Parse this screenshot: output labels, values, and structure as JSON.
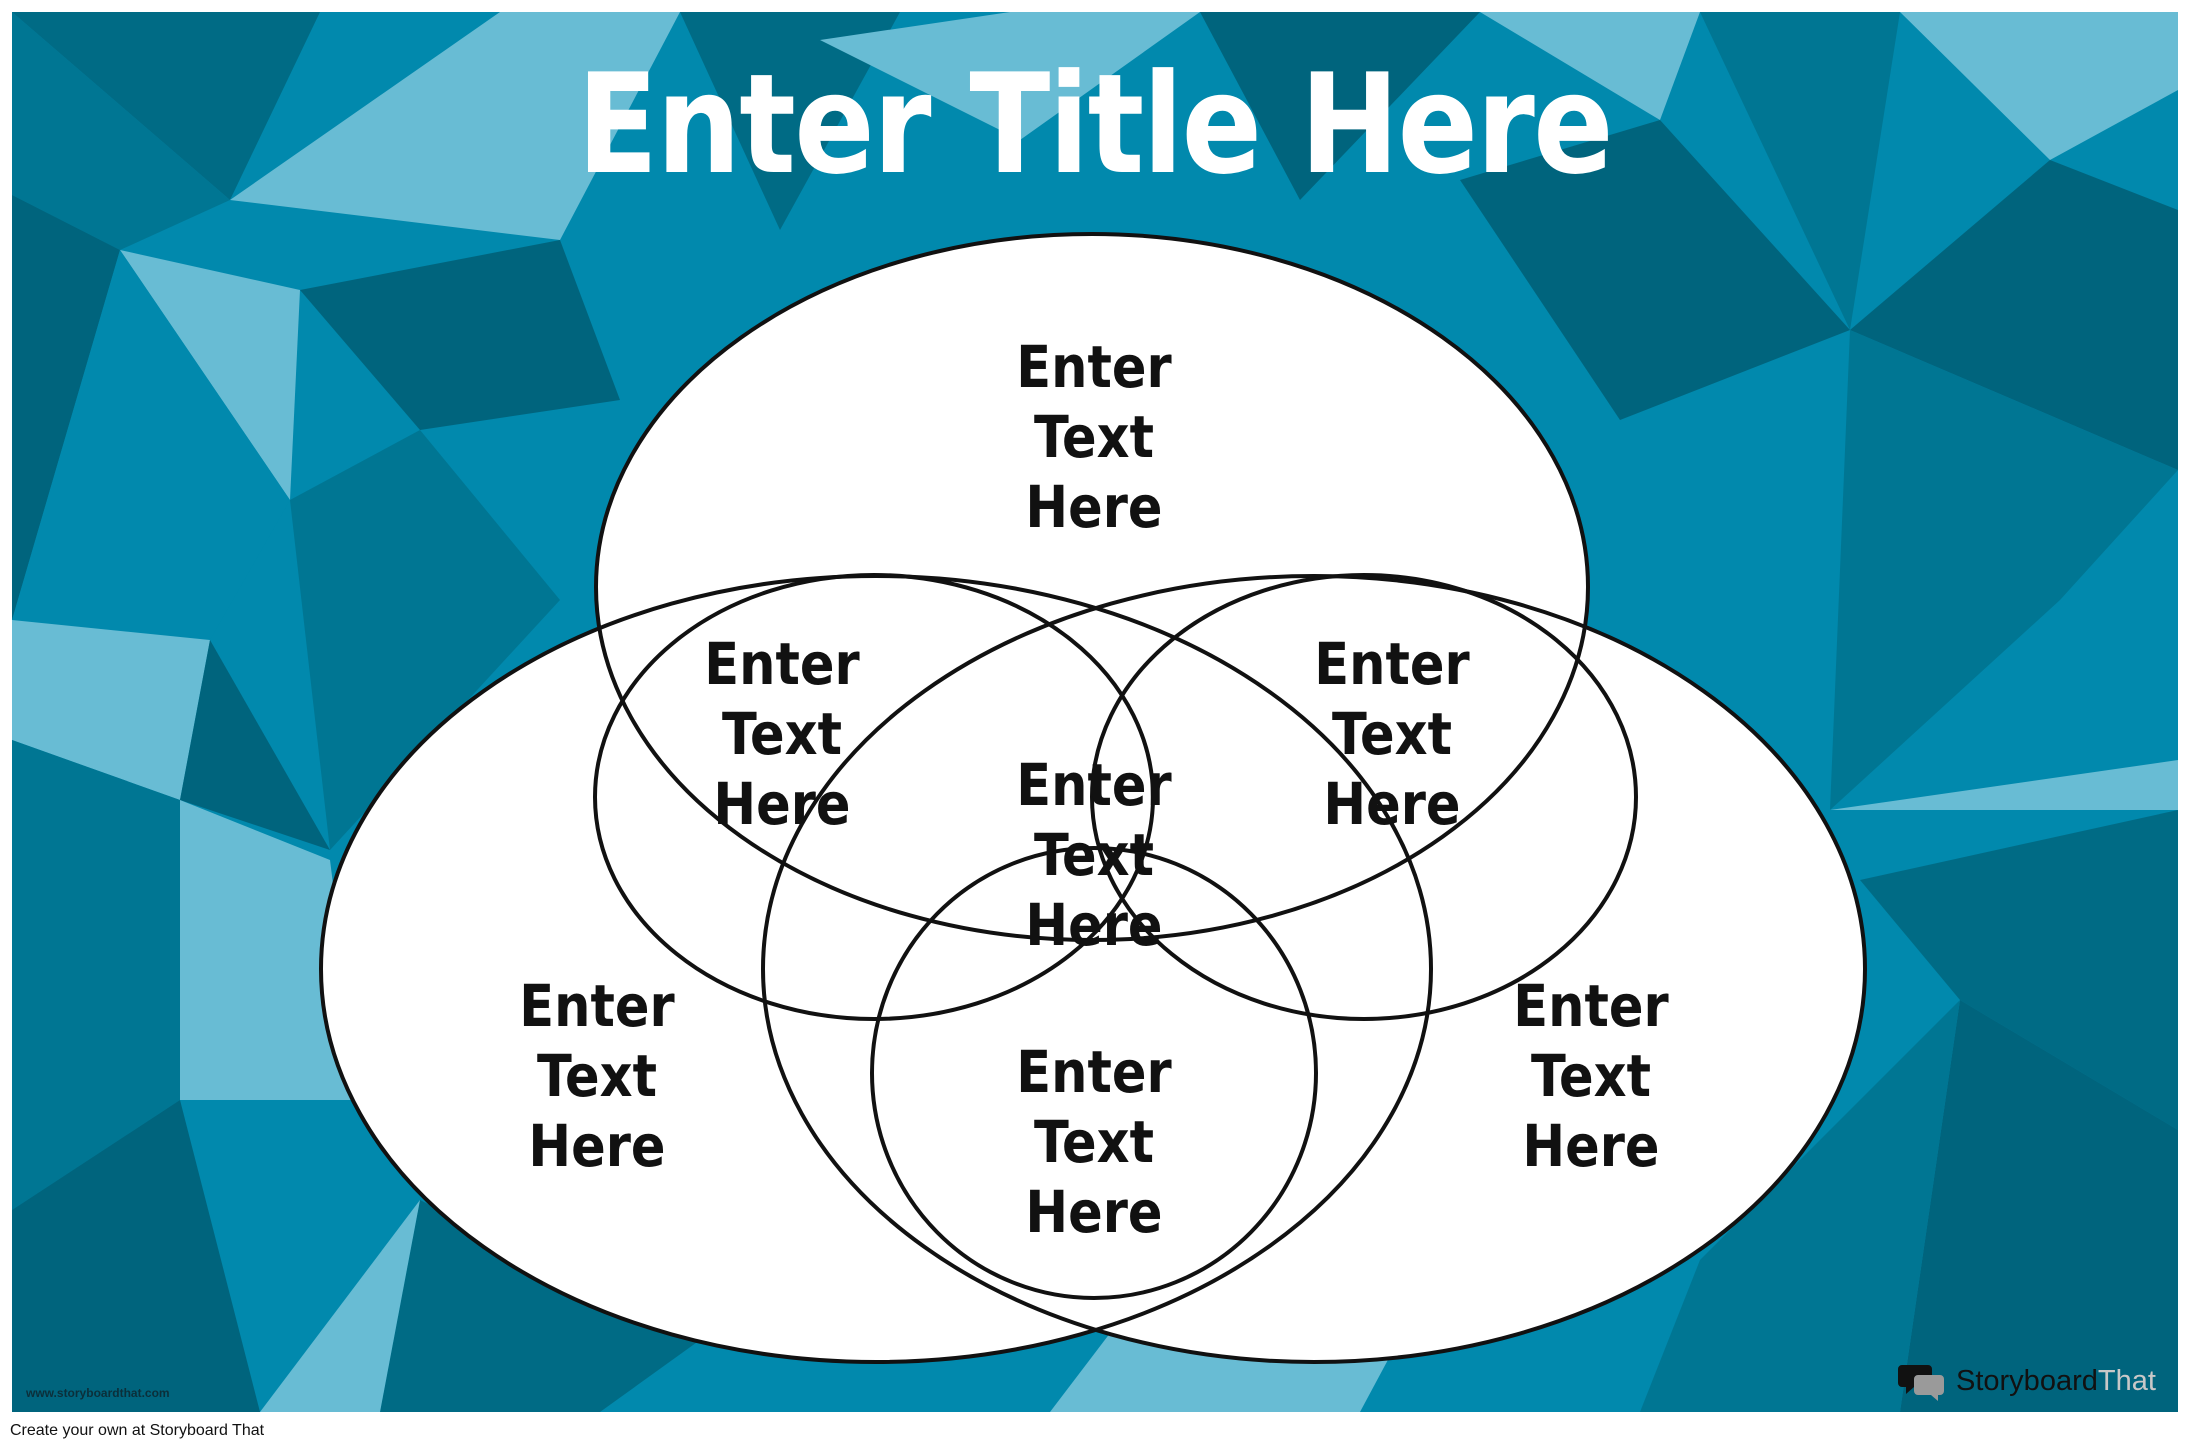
{
  "poster": {
    "title": "Enter Title Here",
    "colors": {
      "background": "#0189ad",
      "shade_light": "#68bcd4",
      "shade_dark": "#00647d",
      "shade_mid": "#007693",
      "circle_fill": "#ffffff",
      "circle_stroke": "#111111"
    }
  },
  "diagram": {
    "type": "venn-3",
    "regions": {
      "top_only": "Enter\nText\nHere",
      "left_only": "Enter\nText\nHere",
      "right_only": "Enter\nText\nHere",
      "top_left": "Enter\nText\nHere",
      "top_right": "Enter\nText\nHere",
      "left_right": "Enter\nText\nHere",
      "center": "Enter\nText\nHere"
    }
  },
  "footer": {
    "url": "www.storyboardthat.com",
    "cta": "Create your own at Storyboard That",
    "brand_name": "Storyboard",
    "brand_suffix": "That",
    "brand_icon": "speech-bubbles-logo-icon"
  }
}
